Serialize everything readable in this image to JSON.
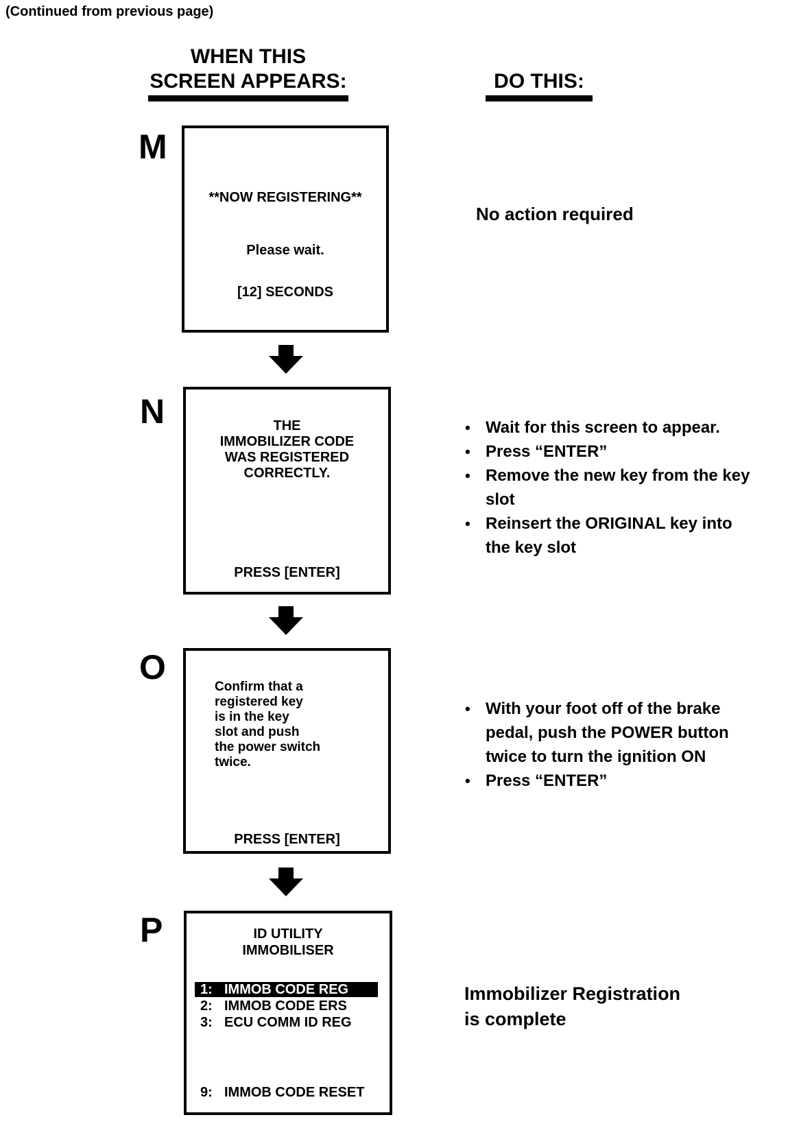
{
  "colors": {
    "ink": "#000000",
    "paper": "#ffffff",
    "highlight_bg": "#000000",
    "highlight_text": "#ffffff"
  },
  "page": {
    "continued_note": "(Continued from previous page)",
    "left_header_line1": "WHEN THIS",
    "left_header_line2": "SCREEN APPEARS:",
    "right_header": "DO THIS:",
    "bullet_char": "•"
  },
  "icons": {
    "flow_arrow": "down-arrow"
  },
  "steps": [
    {
      "letter": "M",
      "screen_lines": [
        "**NOW REGISTERING**",
        "Please wait.",
        "[12] SECONDS"
      ],
      "action_text": "No action required"
    },
    {
      "letter": "N",
      "screen_lines": [
        "THE",
        "IMMOBILIZER CODE",
        "WAS REGISTERED",
        "CORRECTLY."
      ],
      "screen_footer": "PRESS [ENTER]",
      "bullets": [
        "Wait for this screen to appear.",
        "Press “ENTER”",
        "Remove the new key from the key slot",
        "Reinsert the ORIGINAL key into the key slot"
      ]
    },
    {
      "letter": "O",
      "screen_lines": [
        "Confirm that a",
        "registered key",
        "is in the key",
        "slot and push",
        "the power switch",
        "twice."
      ],
      "screen_footer": "PRESS [ENTER]",
      "bullets": [
        "With your foot off of the brake pedal, push the POWER button twice to turn the ignition ON",
        "Press “ENTER”"
      ]
    },
    {
      "letter": "P",
      "screen_title_line1": "ID UTILITY",
      "screen_title_line2": "IMMOBILISER",
      "menu": [
        {
          "num": "1:",
          "label": "IMMOB CODE REG",
          "highlighted": true
        },
        {
          "num": "2:",
          "label": "IMMOB CODE ERS",
          "highlighted": false
        },
        {
          "num": "3:",
          "label": "ECU COMM ID REG",
          "highlighted": false
        },
        {
          "num": "9:",
          "label": "IMMOB CODE RESET",
          "highlighted": false
        }
      ],
      "action_line1": "Immobilizer Registration",
      "action_line2": "is complete"
    }
  ]
}
